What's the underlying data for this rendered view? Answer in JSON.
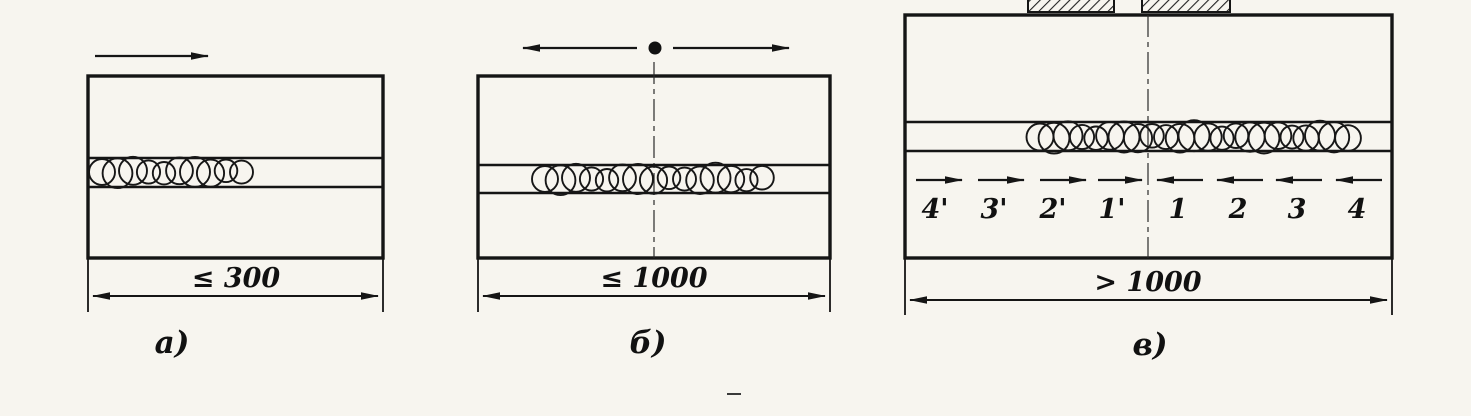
{
  "figure": {
    "panels": {
      "a": {
        "label": "а)",
        "dimension": "≤ 300"
      },
      "b": {
        "label": "б)",
        "dimension": "≤ 1000"
      },
      "v": {
        "label": "в)",
        "dimension": "> 1000",
        "segments": [
          "4'",
          "3'",
          "2'",
          "1'",
          "1",
          "2",
          "3",
          "4"
        ]
      }
    }
  }
}
